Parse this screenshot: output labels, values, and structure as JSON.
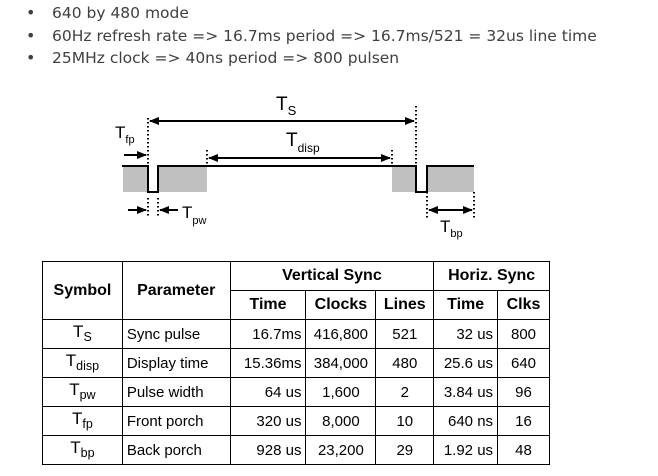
{
  "bullets": [
    {
      "text": "640 by 480 mode"
    },
    {
      "text": "60Hz refresh rate => 16.7ms period => 16.7ms/521 = 32us line time"
    },
    {
      "text": "25MHz clock => 40ns period => 800 pulsen"
    }
  ],
  "diagram": {
    "labels": {
      "ts": "T",
      "ts_sub": "S",
      "tdisp": "T",
      "tdisp_sub": "disp",
      "tfp": "T",
      "tfp_sub": "fp",
      "tpw": "T",
      "tpw_sub": "pw",
      "tbp": "T",
      "tbp_sub": "bp"
    }
  },
  "table": {
    "headers": {
      "symbol": "Symbol",
      "parameter": "Parameter",
      "vertical_sync": "Vertical Sync",
      "horiz_sync": "Horiz. Sync",
      "time": "Time",
      "clocks": "Clocks",
      "lines": "Lines",
      "htime": "Time",
      "clks": "Clks"
    },
    "rows": [
      {
        "symbol": "T",
        "symbol_sub": "S",
        "parameter": "Sync pulse",
        "time": "16.7ms",
        "clocks": "416,800",
        "lines": "521",
        "htime": "32 us",
        "clks": "800"
      },
      {
        "symbol": "T",
        "symbol_sub": "disp",
        "parameter": "Display time",
        "time": "15.36ms",
        "clocks": "384,000",
        "lines": "480",
        "htime": "25.6 us",
        "clks": "640"
      },
      {
        "symbol": "T",
        "symbol_sub": "pw",
        "parameter": "Pulse width",
        "time": "64 us",
        "clocks": "1,600",
        "lines": "2",
        "htime": "3.84 us",
        "clks": "96"
      },
      {
        "symbol": "T",
        "symbol_sub": "fp",
        "parameter": "Front porch",
        "time": "320 us",
        "clocks": "8,000",
        "lines": "10",
        "htime": "640 ns",
        "clks": "16"
      },
      {
        "symbol": "T",
        "symbol_sub": "bp",
        "parameter": "Back porch",
        "time": "928 us",
        "clocks": "23,200",
        "lines": "29",
        "htime": "1.92 us",
        "clks": "48"
      }
    ]
  }
}
